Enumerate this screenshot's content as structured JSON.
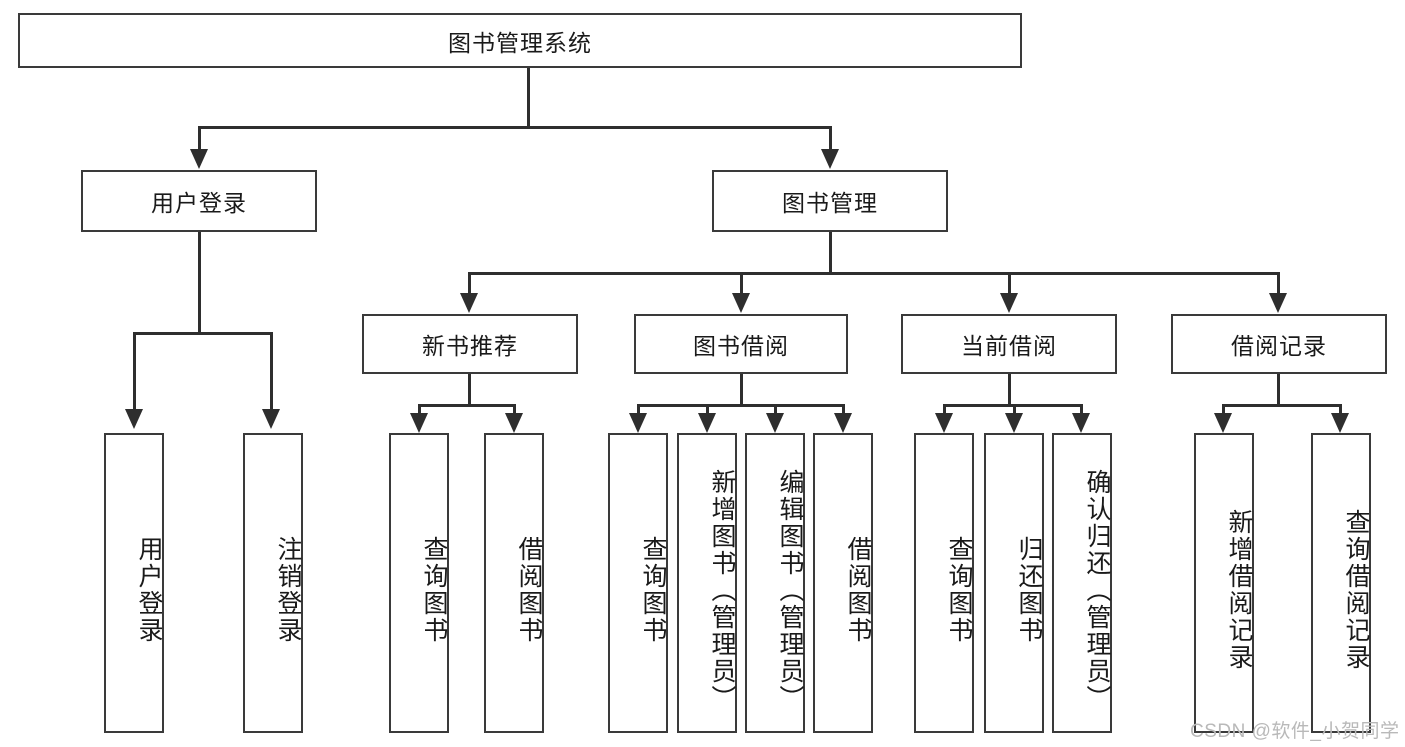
{
  "diagram": {
    "title": "图书管理系统",
    "root": {
      "label": "图书管理系统"
    },
    "level2": [
      {
        "label": "用户登录"
      },
      {
        "label": "图书管理"
      }
    ],
    "level3": [
      {
        "label": "新书推荐"
      },
      {
        "label": "图书借阅"
      },
      {
        "label": "当前借阅"
      },
      {
        "label": "借阅记录"
      }
    ],
    "leaves": {
      "user_login": [
        {
          "label": "用户登录"
        },
        {
          "label": "注销登录"
        }
      ],
      "new_book_recommend": [
        {
          "label": "查询图书"
        },
        {
          "label": "借阅图书"
        }
      ],
      "book_borrow": [
        {
          "label": "查询图书"
        },
        {
          "label": "新增图书（管理员）"
        },
        {
          "label": "编辑图书（管理员）"
        },
        {
          "label": "借阅图书"
        }
      ],
      "current_borrow": [
        {
          "label": "查询图书"
        },
        {
          "label": "归还图书"
        },
        {
          "label": "确认归还（管理员）"
        }
      ],
      "borrow_record": [
        {
          "label": "新增借阅记录"
        },
        {
          "label": "查询借阅记录"
        }
      ]
    }
  },
  "watermark": {
    "text": "CSDN @软件_小贺同学"
  },
  "colors": {
    "box_border": "#3a3a3a",
    "connector": "#2e2e2e",
    "background": "#ffffff",
    "text": "#1a1a1a",
    "watermark": "#b9b9b9"
  }
}
